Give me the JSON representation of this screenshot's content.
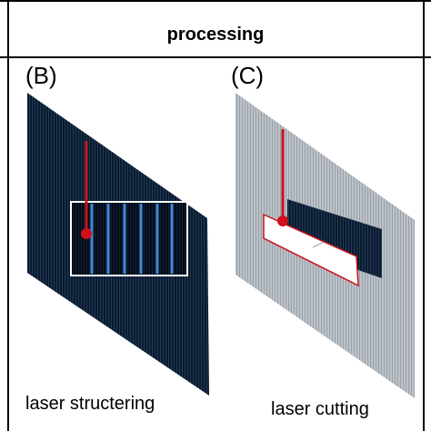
{
  "header": {
    "title": "processing"
  },
  "panels": [
    {
      "label": "(B)",
      "caption": "laser structering"
    },
    {
      "label": "(C)",
      "caption": "laser cutting"
    }
  ],
  "colors": {
    "dark_substrate": "#0b1a2b",
    "light_substrate": "#b8bec4",
    "laser_beam": "#c8141c",
    "laser_spot": "#d0101a",
    "structure_lines": "#3f8ad8",
    "frame": "#ffffff",
    "cut_edge": "#c8141c",
    "grid_line": "#000000"
  }
}
